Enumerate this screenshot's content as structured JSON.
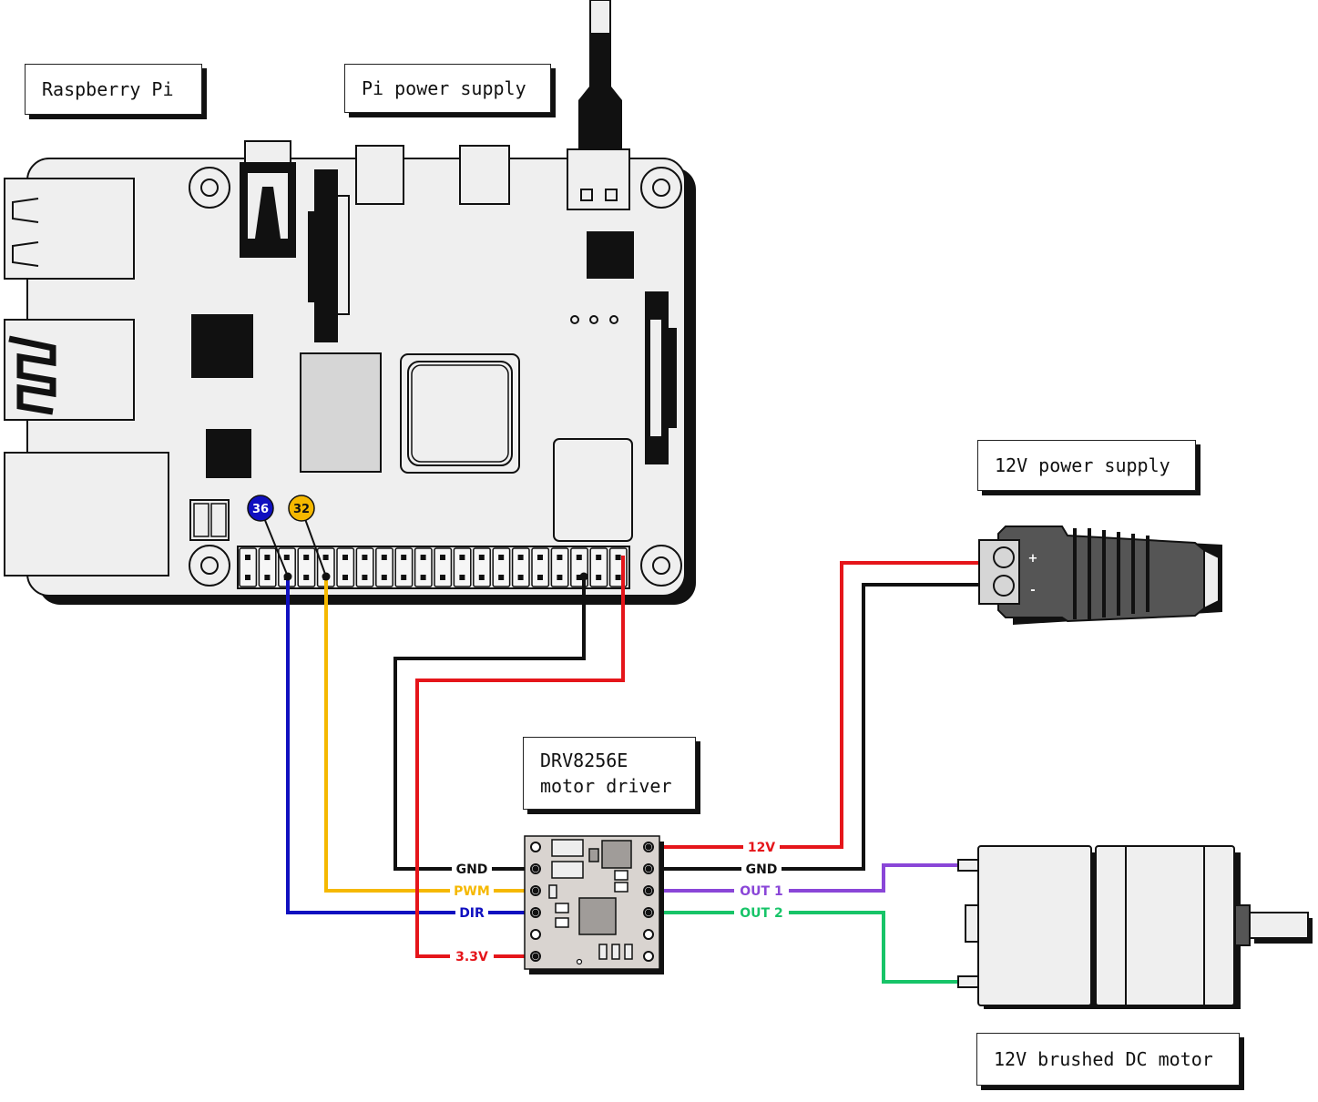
{
  "labels": {
    "raspberry_pi": "Raspberry Pi",
    "pi_power_supply": "Pi power supply",
    "psu_12v": "12V power supply",
    "driver": "DRV8256E\nmotor driver",
    "motor": "12V brushed DC motor"
  },
  "pins": {
    "pin36": "36",
    "pin32": "32"
  },
  "jack": {
    "plus": "+",
    "minus": "-"
  },
  "wires": {
    "gnd_left": "GND",
    "pwm": "PWM",
    "dir": "DIR",
    "v33": "3.3V",
    "v12": "12V",
    "gnd_right": "GND",
    "out1": "OUT 1",
    "out2": "OUT 2"
  },
  "colors": {
    "red": "#e5151a",
    "black": "#111111",
    "blue": "#1010c0",
    "yellow": "#f5b800",
    "purple": "#8a46d8",
    "green": "#17c468",
    "pin36_fill": "#1010c0",
    "pin32_fill": "#f5b800"
  }
}
